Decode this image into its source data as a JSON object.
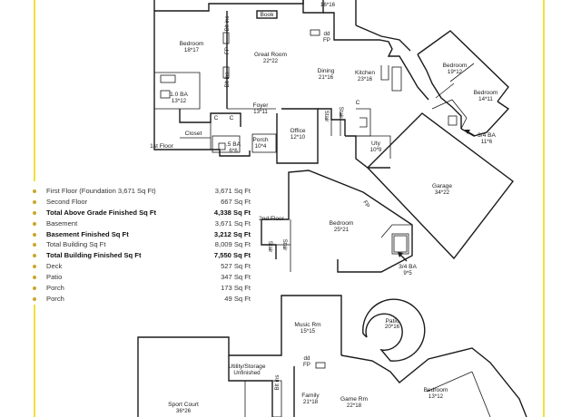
{
  "sqft_list": [
    {
      "label": "First Floor (Foundation 3,671 Sq Ft)",
      "value": "3,671 Sq Ft",
      "bold": false
    },
    {
      "label": "Second Floor",
      "value": "667 Sq Ft",
      "bold": false
    },
    {
      "label": "Total Above Grade Finished Sq Ft",
      "value": "4,338 Sq Ft",
      "bold": true
    },
    {
      "label": "Basement",
      "value": "3,671 Sq Ft",
      "bold": false
    },
    {
      "label": "Basement Finished Sq Ft",
      "value": "3,212 Sq Ft",
      "bold": true
    },
    {
      "label": "Total Building Sq Ft",
      "value": "8,009 Sq Ft",
      "bold": false
    },
    {
      "label": "Total Building Finished Sq Ft",
      "value": "7,550 Sq Ft",
      "bold": true
    },
    {
      "label": "Deck",
      "value": "527 Sq Ft",
      "bold": false
    },
    {
      "label": "Patio",
      "value": "347 Sq Ft",
      "bold": false
    },
    {
      "label": "Porch",
      "value": "173 Sq Ft",
      "bold": false
    },
    {
      "label": "Porch",
      "value": "49 Sq Ft",
      "bold": false
    }
  ],
  "rooms": {
    "top_dim": "16*16",
    "book": "Book",
    "bedroom_main": {
      "name": "Bedroom",
      "dim": "18*17"
    },
    "bit_ins_1": "Blt ins",
    "fp_1": "FP",
    "bit_ins_2": "Blt ins",
    "dd_1": "dd",
    "fp_2": "FP",
    "great_room": {
      "name": "Great Room",
      "dim": "22*22"
    },
    "dining": {
      "name": "Dining",
      "dim": "21*16"
    },
    "kitchen": {
      "name": "Kitchen",
      "dim": "23*16"
    },
    "bedroom_ne1": {
      "name": "Bedroom",
      "dim": "19*12"
    },
    "bedroom_ne2": {
      "name": "Bedroom",
      "dim": "14*11"
    },
    "ba_1": {
      "name": "1.0 BA",
      "dim": "13*12"
    },
    "c_1": "C",
    "foyer": {
      "name": "Foyer",
      "dim": "13*11"
    },
    "c_2": "C",
    "office": {
      "name": "Office",
      "dim": "12*10"
    },
    "stair_1": "Stair",
    "stair_2": "Stair",
    "c_3": "C",
    "ba_34_1": {
      "name": "3/4 BA",
      "dim": "11*6"
    },
    "closet": "Closet",
    "ba_5": {
      "name": ".5 BA",
      "dim": "6*6"
    },
    "porch_1": {
      "name": "Porch",
      "dim": "10*4"
    },
    "uty": {
      "name": "Uty",
      "dim": "10*9"
    },
    "first_floor": "1st Floor",
    "garage": {
      "name": "Garage",
      "dim": "34*22"
    },
    "second_floor": "2nd Floor",
    "fp_3": "FP",
    "bedroom_2f": {
      "name": "Bedroom",
      "dim": "25*21"
    },
    "stair_3": "Stair",
    "stair_4": "Stair",
    "ba_34_2": {
      "name": "3/4 BA",
      "dim": "9*5"
    },
    "music_rm": {
      "name": "Music Rm",
      "dim": "15*15"
    },
    "patio": {
      "name": "Patio",
      "dim": "20*16"
    },
    "utility": {
      "name": "Utility/Storage",
      "sub": "Unfinished"
    },
    "dd_2": "dd",
    "fp_4": "FP",
    "bit_ins_3": "Blt ins",
    "sport_court": {
      "name": "Sport Court",
      "dim": "36*26"
    },
    "family": {
      "name": "Family",
      "dim": "21*18"
    },
    "game_rm": {
      "name": "Game Rm",
      "dim": "22*18"
    },
    "bedroom_b": {
      "name": "Bedroom",
      "dim": "13*12"
    }
  },
  "colors": {
    "frame": "#f3e13a",
    "bullet": "#c9a72c",
    "line": "#1a1a1a"
  }
}
